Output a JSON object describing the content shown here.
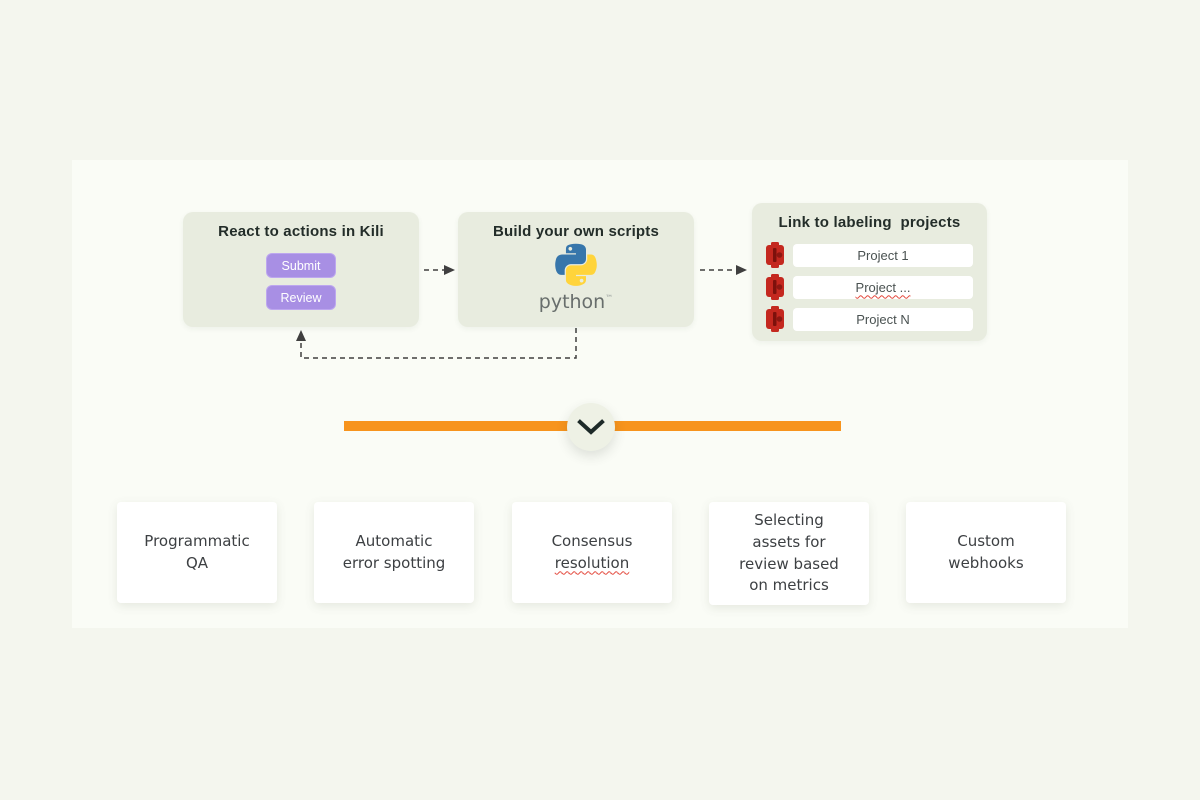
{
  "flow": {
    "box_react": {
      "title": "React to actions in Kili",
      "buttons": [
        {
          "label": "Submit"
        },
        {
          "label": "Review"
        }
      ]
    },
    "box_scripts": {
      "title": "Build your own scripts",
      "logo": "python-logo",
      "wordmark": "python",
      "trademark": "™"
    },
    "box_projects": {
      "title": "Link to labeling  projects",
      "projects": [
        {
          "label": "Project 1"
        },
        {
          "label": "Project ..."
        },
        {
          "label": "Project N"
        }
      ]
    }
  },
  "divider": {
    "icon": "chevron-down"
  },
  "cards": [
    {
      "label": "Programmatic\nQA"
    },
    {
      "label": "Automatic\nerror spotting"
    },
    {
      "label": "Consensus",
      "misspelled": "resolution"
    },
    {
      "label": "Selecting\nassets for\nreview based\non metrics"
    },
    {
      "label": "Custom\nwebhooks"
    }
  ],
  "colors": {
    "accent_orange": "#f7941d",
    "button_purple": "#a88fe4",
    "kili_red": "#c4281f",
    "box_green": "#e8ecdf",
    "python_blue": "#3776ab",
    "python_yellow": "#ffd43b"
  }
}
